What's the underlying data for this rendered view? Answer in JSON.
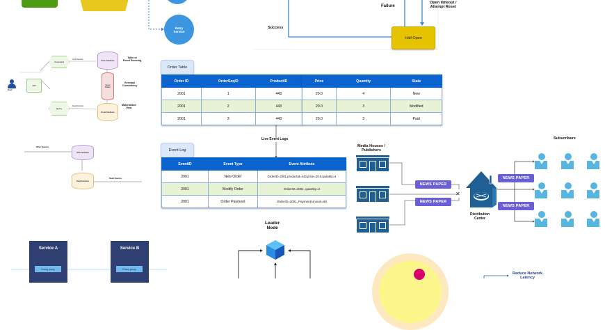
{
  "circuit_breaker": {
    "retry_service": "Retry\nService",
    "labels": {
      "failure": "Failure",
      "open_timeout": "Open timeout /\nAttempt Reset",
      "success": "Success"
    },
    "half_open": "Half Open",
    "colors": {
      "green": "#4e9a12",
      "yellow": "#e8c81e",
      "blue_node": "#3d96e0",
      "half_open": "#e6c300",
      "line": "#3b86d8"
    }
  },
  "cqrs": {
    "user": "User",
    "api": "API",
    "command": "Command",
    "query": "Query",
    "write_db": "Write Database",
    "read_db": "Read Database",
    "event_broker": "Event Broker",
    "write_edge": "write Records",
    "read_edge": "Read Records",
    "notes": [
      "Table or\nEvent Sourcing",
      "Eventual\nConsistency",
      "Materialized\nView"
    ]
  },
  "replication": {
    "write_label": "Write Queries",
    "read_label": "Read Queries",
    "write_db": "Write Database",
    "read_db": "Read Database"
  },
  "order_table": {
    "title": "Order Table",
    "columns": [
      "Order ID",
      "OrderSeqID",
      "ProductID",
      "Price",
      "Quantity",
      "State"
    ],
    "rows": [
      [
        "2001",
        "1",
        "443",
        "20.0",
        "4",
        "New"
      ],
      [
        "2001",
        "2",
        "443",
        "20.0",
        "3",
        "Modified"
      ],
      [
        "2001",
        "3",
        "443",
        "20.0",
        "3",
        "Paid"
      ]
    ]
  },
  "live_event_logs": "Live Event Logs",
  "event_log": {
    "title": "Event Log",
    "columns": [
      "EventID",
      "Event Type",
      "Event Attribute"
    ],
    "rows": [
      [
        "2001",
        "New Order",
        "OrderID=2001,productId=443,price=20.0,quantity=4"
      ],
      [
        "2001",
        "Modify Order",
        "OrderID=2001, quantity=3"
      ],
      [
        "2001",
        "Order Payment",
        "OrderID=2001, PaymentAmount=60"
      ]
    ]
  },
  "pubsub": {
    "publishers_label": "Media Houses /\nPublishers",
    "news_paper": "NEWS PAPER",
    "distribution_center": "Distribution\nCenter",
    "subscribers_label": "Subscribers",
    "colors": {
      "building": "#1f5f93",
      "badge": "#6b5fd6",
      "person": "#56b6e0"
    }
  },
  "service_mesh": {
    "service_a": "Service A",
    "service_b": "Service B",
    "proxy": "Envoy proxy"
  },
  "leader": {
    "label": "Leader\nNode"
  },
  "cdn": {
    "reduce_label": "Reduce Network\nLatency"
  }
}
